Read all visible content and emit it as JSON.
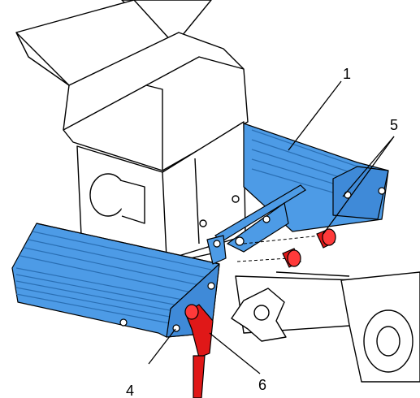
{
  "callouts": {
    "c1": "1",
    "c4": "4",
    "c5": "5",
    "c6": "6"
  },
  "colors": {
    "blue_part": "#4d9be6",
    "blue_dark": "#2a6fb4",
    "red_part": "#e01818",
    "outline": "#000000",
    "white_part": "#ffffff"
  }
}
